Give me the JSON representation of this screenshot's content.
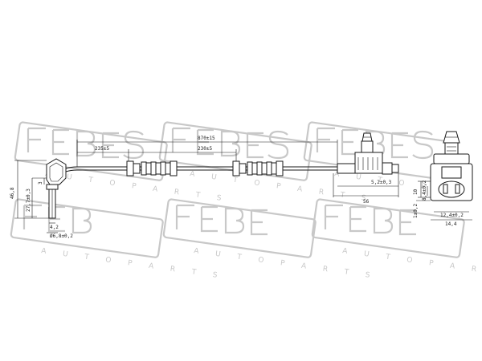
{
  "watermark": {
    "brand": "FEBEST",
    "subtitle": "A U T O P A R T S"
  },
  "dimensions": {
    "total_length": "870±15",
    "segment_left": "235±5",
    "segment_mid": "230±5",
    "connector_offset": "5,2±0,3",
    "connector_length": "56",
    "sensor_height": "46,8",
    "sensor_body": "27,7±0,3",
    "sensor_gap": "3",
    "tip_width": "4,2",
    "tip_diameter": "Ø6,8±0,2",
    "plug_height": "10",
    "plug_inner": "8,4±0,2",
    "plug_pin": "1±0,2",
    "plug_width_inner": "12,4±0,2",
    "plug_width_outer": "14,4"
  },
  "colors": {
    "line": "#1a1a1a",
    "watermark": "#c8c8c8"
  }
}
